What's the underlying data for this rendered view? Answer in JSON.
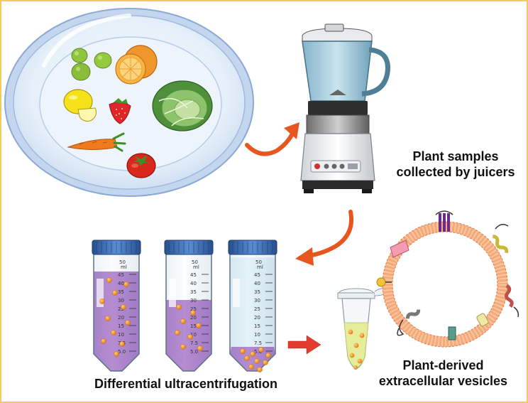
{
  "labels": {
    "juicer": [
      "Plant samples",
      "collected by juicers"
    ],
    "ucf": "Differential ultracentrifugation",
    "ev": [
      "Plant-derived",
      "extracellular vesicles"
    ]
  },
  "tube": {
    "cap_text": [
      "50",
      "ml"
    ],
    "ticks": [
      "45",
      "40",
      "35",
      "30",
      "25",
      "20",
      "15",
      "10",
      "7.5",
      "5.0"
    ]
  },
  "colors": {
    "arrow_orange": "#e8561f",
    "arrow_red": "#e33b2e",
    "purple_liquid": "#8a3fb3",
    "cap_blue": "#3f6fb5",
    "vesicle_orange": "#f08a24",
    "membrane": "#f5a878",
    "border": "#f4c95d",
    "eppendorf_liquid": "#e5ec9a"
  },
  "icons": [
    "plate",
    "kiwi",
    "orange",
    "lemon",
    "strawberry",
    "cabbage",
    "carrot",
    "tomato",
    "blender",
    "centrifuge-tube",
    "eppendorf-tube",
    "vesicle-membrane"
  ]
}
